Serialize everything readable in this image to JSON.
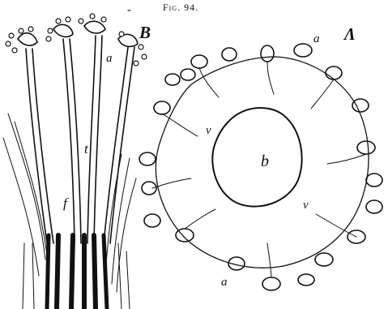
{
  "figure": {
    "caption": "Fig. 94.",
    "dash": "-",
    "panels": {
      "A": "Λ",
      "B": "B"
    },
    "labels": {
      "a_top_right": "a",
      "a_bottom": "a",
      "a_stamen": "a",
      "b": "b",
      "v_left": "v",
      "v_right": "v",
      "t": "t",
      "f": "f"
    }
  }
}
